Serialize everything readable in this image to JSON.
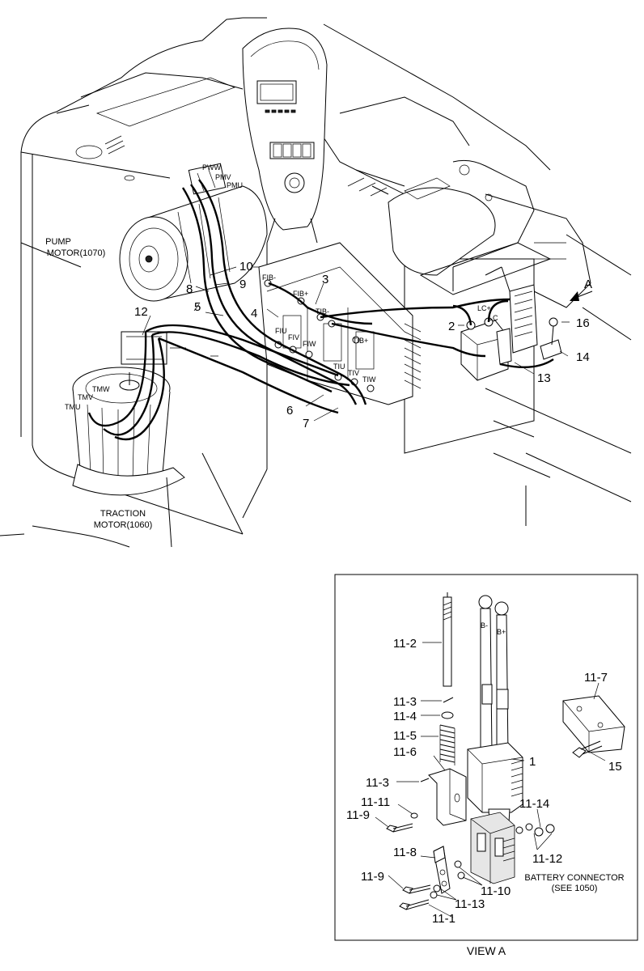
{
  "main_view": {
    "pump_motor": [
      "PUMP",
      "MOTOR(1070)"
    ],
    "traction_motor": [
      "TRACTION",
      "MOTOR(1060)"
    ],
    "view_arrow": "A",
    "terminals": {
      "pww": "PWW",
      "pmv": "PMV",
      "pmu": "PMU",
      "fib_minus": "FIB-",
      "fib_plus": "FIB+",
      "tib_minus": "TIB-",
      "tib_plus": "TIB+",
      "fiu": "FIU",
      "fiv": "FIV",
      "fiw": "FIW",
      "tiu": "TIU",
      "tiv": "TIV",
      "tiw": "TIW",
      "tmw": "TMW",
      "tmv": "TMV",
      "tmu": "TMU",
      "lc_plus": "LC+",
      "lc": "LC"
    },
    "callouts": {
      "c2": "2",
      "c3": "3",
      "c4": "4",
      "c5": "5",
      "c6": "6",
      "c7": "7",
      "c8": "8",
      "c9": "9",
      "c10": "10",
      "c12": "12",
      "c13": "13",
      "c14": "14",
      "c16": "16"
    }
  },
  "view_a": {
    "caption": "VIEW A",
    "battery_connector": [
      "BATTERY CONNECTOR",
      "(SEE 1050)"
    ],
    "cable_marks": {
      "neg": "B-",
      "pos": "B+"
    },
    "callouts": {
      "p1": "1",
      "p15": "15",
      "p11_1": "11-1",
      "p11_2": "11-2",
      "p11_3a": "11-3",
      "p11_3b": "11-3",
      "p11_4": "11-4",
      "p11_5": "11-5",
      "p11_6": "11-6",
      "p11_7": "11-7",
      "p11_8": "11-8",
      "p11_9a": "11-9",
      "p11_9b": "11-9",
      "p11_10": "11-10",
      "p11_11": "11-11",
      "p11_12": "11-12",
      "p11_13": "11-13",
      "p11_14": "11-14"
    }
  }
}
